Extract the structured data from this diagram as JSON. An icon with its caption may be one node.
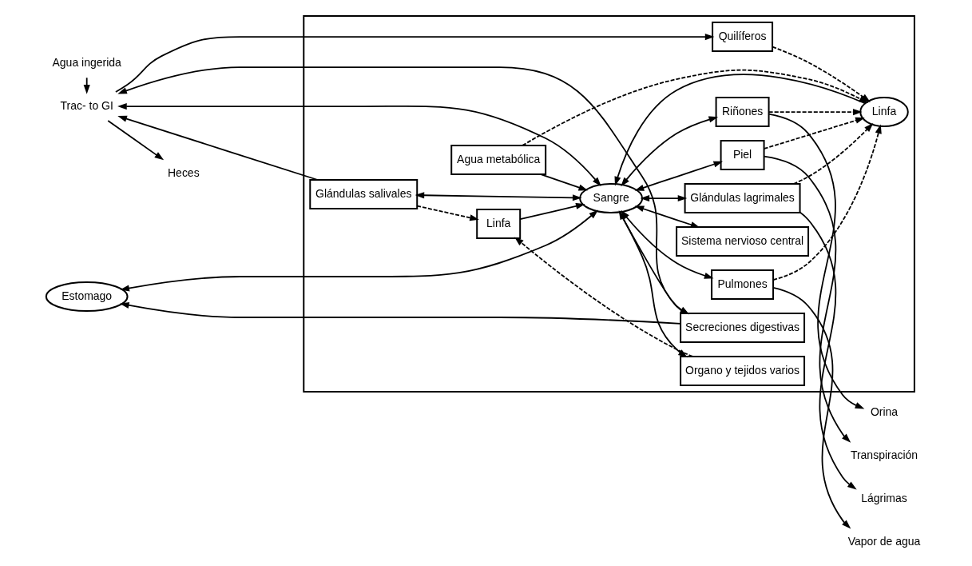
{
  "diagram": {
    "nodes": [
      {
        "text": [
          "Agua ingerida"
        ]
      },
      {
        "text": [],
        "shape": "box"
      },
      {
        "text": [
          "Glándulas salivales"
        ],
        "in": 1
      },
      {
        "text": [
          "Linfa"
        ],
        "in": 1
      },
      {
        "text": [
          "Organo y tejidos varios"
        ],
        "in": 1
      },
      {
        "text": [
          "Estomago"
        ]
      },
      {
        "text": [
          "Sistema nervioso central"
        ],
        "in": 1
      },
      {
        "text": [
          "Sangre"
        ],
        "in": 1
      },
      {
        "text": [
          "Secreciones digestivas"
        ],
        "in": 1
      },
      {
        "text": [
          "Trac- to GI"
        ]
      },
      {
        "text": [
          "Linfa"
        ],
        "in": 1
      },
      {
        "text": [
          "Quilíferos"
        ],
        "in": 1
      },
      {
        "text": [
          "Pulmones"
        ],
        "in": 1
      },
      {
        "text": [
          "Riñones"
        ],
        "in": 1
      },
      {
        "text": [
          "Piel"
        ],
        "in": 1
      },
      {
        "text": [
          "Glándulas lagrimales"
        ],
        "in": 1
      },
      {
        "text": [
          "Agua metabólica"
        ],
        "in": 1
      },
      {
        "text": [
          "Vapor de agua"
        ]
      },
      {
        "text": [
          "Orina"
        ]
      },
      {
        "text": [
          "Transpiración"
        ]
      },
      {
        "text": [
          "Lágrimas"
        ]
      },
      {
        "text": [
          "Heces"
        ]
      }
    ],
    "edges": [
      {
        "from": 0,
        "to": 9,
        "arrow": "to"
      },
      {
        "from": 2,
        "to": 9,
        "arrow": "to"
      },
      {
        "from": 2,
        "to": 3,
        "arrow": "to",
        "style": "dashed"
      },
      {
        "from": 4,
        "to": 3,
        "arrow": "to",
        "style": "dashed"
      },
      {
        "from": 3,
        "to": 7,
        "arrow": "to"
      },
      {
        "from": 7,
        "to": 2,
        "arrow": "both"
      },
      {
        "from": 7,
        "to": 5,
        "arrow": "both"
      },
      {
        "from": 7,
        "to": 4,
        "arrow": "both"
      },
      {
        "from": 7,
        "to": 6,
        "arrow": "both"
      },
      {
        "from": 8,
        "to": 5,
        "arrow": "to"
      },
      {
        "from": 7,
        "to": 8,
        "arrow": "to"
      },
      {
        "from": 8,
        "to": 9,
        "arrow": "to"
      },
      {
        "from": 7,
        "to": 9,
        "arrow": "both"
      },
      {
        "from": 10,
        "to": 7,
        "arrow": "to"
      },
      {
        "from": 9,
        "to": 11,
        "arrow": "to"
      },
      {
        "from": 11,
        "to": 10,
        "arrow": "to",
        "style": "dashed"
      },
      {
        "from": 9,
        "to": 21,
        "arrow": "to"
      },
      {
        "from": 7,
        "to": 12,
        "arrow": "both"
      },
      {
        "from": 7,
        "to": 13,
        "arrow": "both"
      },
      {
        "from": 7,
        "to": 14,
        "arrow": "both"
      },
      {
        "from": 7,
        "to": 15,
        "arrow": "both"
      },
      {
        "from": 16,
        "to": 7,
        "arrow": "to"
      },
      {
        "from": 12,
        "to": 10,
        "arrow": "to",
        "style": "dashed"
      },
      {
        "from": 13,
        "to": 10,
        "arrow": "to",
        "style": "dashed"
      },
      {
        "from": 14,
        "to": 10,
        "arrow": "to",
        "style": "dashed"
      },
      {
        "from": 15,
        "to": 10,
        "arrow": "to",
        "style": "dashed"
      },
      {
        "from": 16,
        "to": 10,
        "arrow": "to",
        "style": "dashed"
      },
      {
        "from": 12,
        "to": 17,
        "arrow": "to"
      },
      {
        "from": 13,
        "to": 18,
        "arrow": "to"
      },
      {
        "from": 14,
        "to": 19,
        "arrow": "to"
      },
      {
        "from": 15,
        "to": 20,
        "arrow": "to"
      }
    ]
  }
}
